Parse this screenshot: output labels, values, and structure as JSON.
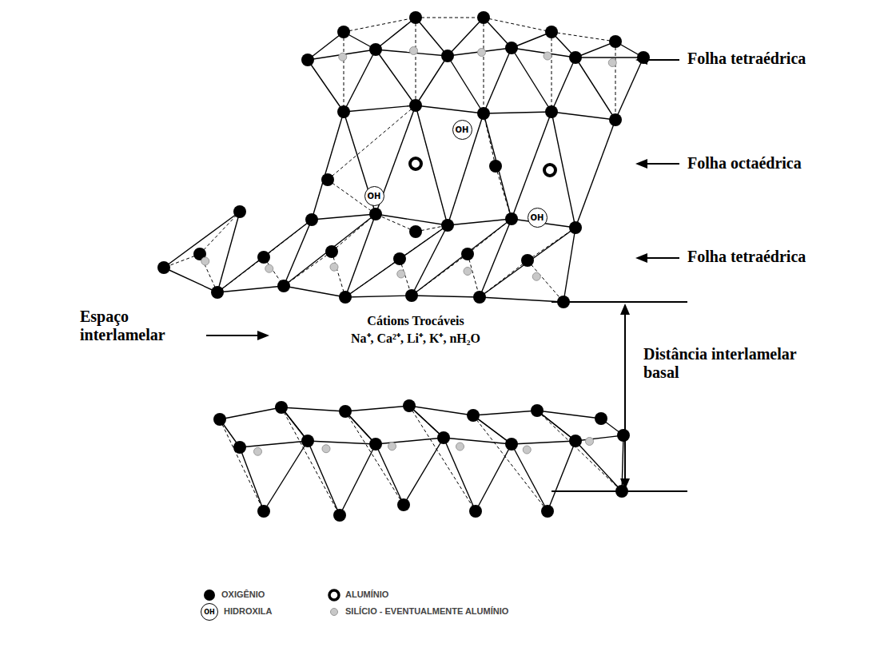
{
  "diagram": {
    "labels": [
      "Folha tetraédrica",
      "OH",
      "Folha octaédrica",
      "OH",
      "OH",
      "Folha tetraédrica",
      "Espaço interlamelar",
      "Cátions Trocáveis",
      "Na⁺, Ca²⁺, Li⁺, K⁺, nH₂O",
      "Distância interlamelar basal",
      "OH"
    ],
    "legend": [
      {
        "text": "OXIGÊNIO"
      },
      {
        "text": "ALUMÍNIO"
      },
      {
        "text": "HIDROXILA"
      },
      {
        "text": "SILÍCIO - EVENTUALMENTE ALUMÍNIO"
      }
    ]
  }
}
